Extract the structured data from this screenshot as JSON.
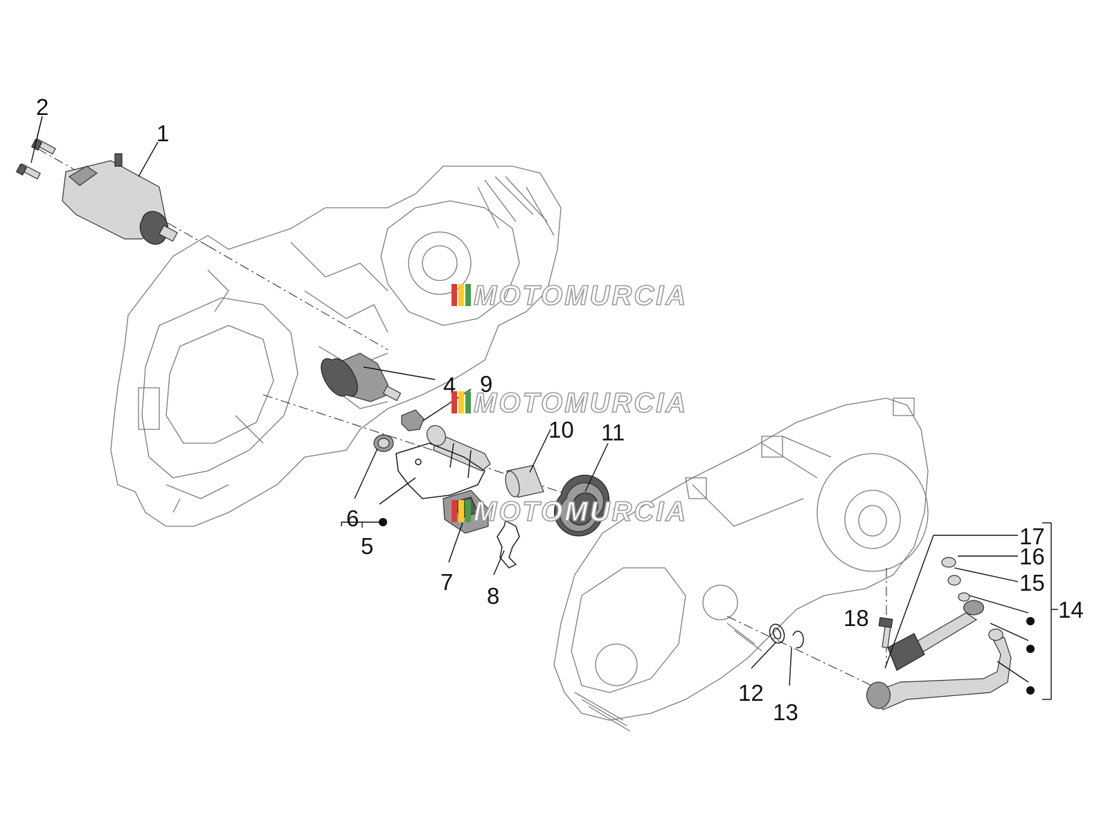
{
  "diagram": {
    "callouts": [
      {
        "id": "1",
        "label": "1"
      },
      {
        "id": "2",
        "label": "2"
      },
      {
        "id": "4",
        "label": "4"
      },
      {
        "id": "5",
        "label": "5"
      },
      {
        "id": "6",
        "label": "6"
      },
      {
        "id": "7",
        "label": "7"
      },
      {
        "id": "8",
        "label": "8"
      },
      {
        "id": "9",
        "label": "9"
      },
      {
        "id": "10",
        "label": "10"
      },
      {
        "id": "11",
        "label": "11"
      },
      {
        "id": "12",
        "label": "12"
      },
      {
        "id": "13",
        "label": "13"
      },
      {
        "id": "14",
        "label": "14"
      },
      {
        "id": "15",
        "label": "15"
      },
      {
        "id": "16",
        "label": "16"
      },
      {
        "id": "17",
        "label": "17"
      },
      {
        "id": "18",
        "label": "18"
      }
    ]
  },
  "watermark": {
    "text": "MOTOMURCIA",
    "colors": [
      "#e53935",
      "#ffca28",
      "#43a047"
    ]
  }
}
